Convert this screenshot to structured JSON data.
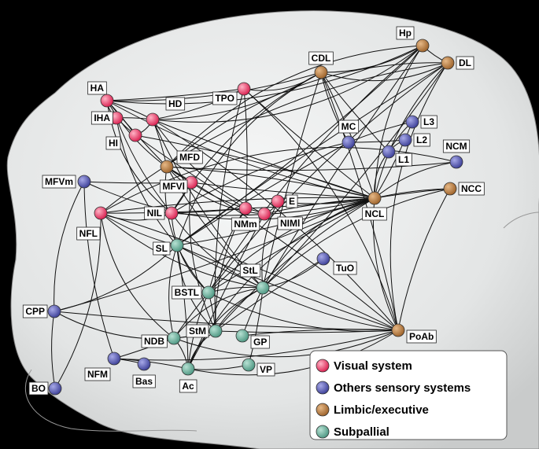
{
  "colors": {
    "visual": "#e8416b",
    "sensory": "#5155a8",
    "limbic": "#b87a3c",
    "subpallial": "#5fa893",
    "edge": "#111111",
    "background": "#000000",
    "brain": "#eceeee"
  },
  "nodes": [
    {
      "id": "HA",
      "group": "visual"
    },
    {
      "id": "IHA",
      "group": "visual"
    },
    {
      "id": "HI",
      "group": "visual"
    },
    {
      "id": "HD",
      "group": "visual"
    },
    {
      "id": "TPO",
      "group": "visual"
    },
    {
      "id": "MFVl",
      "group": "visual"
    },
    {
      "id": "NIL",
      "group": "visual"
    },
    {
      "id": "NFL",
      "group": "visual"
    },
    {
      "id": "NMm",
      "group": "visual"
    },
    {
      "id": "NIMl",
      "group": "visual"
    },
    {
      "id": "E",
      "group": "visual"
    },
    {
      "id": "MFVm",
      "group": "sensory"
    },
    {
      "id": "MC",
      "group": "sensory"
    },
    {
      "id": "L3",
      "group": "sensory"
    },
    {
      "id": "L2",
      "group": "sensory"
    },
    {
      "id": "L1",
      "group": "sensory"
    },
    {
      "id": "NCM",
      "group": "sensory"
    },
    {
      "id": "TuO",
      "group": "sensory"
    },
    {
      "id": "CPP",
      "group": "sensory"
    },
    {
      "id": "NFM",
      "group": "sensory"
    },
    {
      "id": "Bas",
      "group": "sensory"
    },
    {
      "id": "BO",
      "group": "sensory"
    },
    {
      "id": "Hp",
      "group": "limbic"
    },
    {
      "id": "DL",
      "group": "limbic"
    },
    {
      "id": "CDL",
      "group": "limbic"
    },
    {
      "id": "MFD",
      "group": "limbic"
    },
    {
      "id": "NCL",
      "group": "limbic"
    },
    {
      "id": "NCC",
      "group": "limbic"
    },
    {
      "id": "PoAb",
      "group": "limbic"
    },
    {
      "id": "SL",
      "group": "subpallial"
    },
    {
      "id": "StL",
      "group": "subpallial"
    },
    {
      "id": "BSTL",
      "group": "subpallial"
    },
    {
      "id": "StM",
      "group": "subpallial"
    },
    {
      "id": "NDB",
      "group": "subpallial"
    },
    {
      "id": "GP",
      "group": "subpallial"
    },
    {
      "id": "Ac",
      "group": "subpallial"
    },
    {
      "id": "VP",
      "group": "subpallial"
    }
  ],
  "edges": [
    [
      "HA",
      "HD"
    ],
    [
      "HA",
      "TPO"
    ],
    [
      "HA",
      "CDL"
    ],
    [
      "HA",
      "Hp"
    ],
    [
      "HA",
      "IHA"
    ],
    [
      "HA",
      "HI"
    ],
    [
      "HA",
      "MFD"
    ],
    [
      "HA",
      "NCL"
    ],
    [
      "HA",
      "MFVl"
    ],
    [
      "HA",
      "NIL"
    ],
    [
      "IHA",
      "HD"
    ],
    [
      "IHA",
      "HI"
    ],
    [
      "IHA",
      "NIL"
    ],
    [
      "IHA",
      "SL"
    ],
    [
      "HI",
      "HD"
    ],
    [
      "HI",
      "NCL"
    ],
    [
      "HI",
      "NMm"
    ],
    [
      "HD",
      "TPO"
    ],
    [
      "HD",
      "CDL"
    ],
    [
      "HD",
      "Hp"
    ],
    [
      "HD",
      "MFD"
    ],
    [
      "HD",
      "NCL"
    ],
    [
      "HD",
      "StL"
    ],
    [
      "HD",
      "NIMl"
    ],
    [
      "TPO",
      "CDL"
    ],
    [
      "TPO",
      "NMm"
    ],
    [
      "TPO",
      "NCL"
    ],
    [
      "TPO",
      "StM"
    ],
    [
      "CDL",
      "Hp"
    ],
    [
      "CDL",
      "DL"
    ],
    [
      "CDL",
      "NCL"
    ],
    [
      "CDL",
      "StL"
    ],
    [
      "CDL",
      "MC"
    ],
    [
      "CDL",
      "NIL"
    ],
    [
      "CDL",
      "SL"
    ],
    [
      "CDL",
      "PoAb"
    ],
    [
      "CDL",
      "L1"
    ],
    [
      "Hp",
      "DL"
    ],
    [
      "Hp",
      "NCL"
    ],
    [
      "Hp",
      "MFD"
    ],
    [
      "Hp",
      "SL"
    ],
    [
      "Hp",
      "StL"
    ],
    [
      "Hp",
      "BSTL"
    ],
    [
      "DL",
      "NCL"
    ],
    [
      "DL",
      "MFD"
    ],
    [
      "DL",
      "StL"
    ],
    [
      "DL",
      "SL"
    ],
    [
      "DL",
      "BSTL"
    ],
    [
      "DL",
      "NFL"
    ],
    [
      "DL",
      "PoAb"
    ],
    [
      "MC",
      "L3"
    ],
    [
      "MC",
      "L2"
    ],
    [
      "L3",
      "L1"
    ],
    [
      "L2",
      "L1"
    ],
    [
      "L1",
      "NCL"
    ],
    [
      "L3",
      "NCL"
    ],
    [
      "MC",
      "SL"
    ],
    [
      "MC",
      "NIL"
    ],
    [
      "NCM",
      "NCL"
    ],
    [
      "NCM",
      "NFL"
    ],
    [
      "NCM",
      "MFD"
    ],
    [
      "NCC",
      "NCL"
    ],
    [
      "NCC",
      "PoAb"
    ],
    [
      "NCC",
      "StL"
    ],
    [
      "NCC",
      "BSTL"
    ],
    [
      "MFD",
      "NCL"
    ],
    [
      "MFD",
      "MFVl"
    ],
    [
      "MFD",
      "StL"
    ],
    [
      "MFD",
      "SL"
    ],
    [
      "MFD",
      "NIMl"
    ],
    [
      "MFD",
      "PoAb"
    ],
    [
      "MFVm",
      "MFVl"
    ],
    [
      "MFVm",
      "NFM"
    ],
    [
      "MFVm",
      "CPP"
    ],
    [
      "MFVm",
      "NCL"
    ],
    [
      "MFVl",
      "NIL"
    ],
    [
      "MFVl",
      "NCL"
    ],
    [
      "MFVl",
      "NMm"
    ],
    [
      "MFVl",
      "StM"
    ],
    [
      "NFL",
      "NIL"
    ],
    [
      "NFL",
      "NCL"
    ],
    [
      "NFL",
      "NMm"
    ],
    [
      "NFL",
      "SL"
    ],
    [
      "NFL",
      "StL"
    ],
    [
      "NFL",
      "NDB"
    ],
    [
      "NFL",
      "PoAb"
    ],
    [
      "NIL",
      "NMm"
    ],
    [
      "NIL",
      "NCL"
    ],
    [
      "NIL",
      "StL"
    ],
    [
      "NIL",
      "BSTL"
    ],
    [
      "NMm",
      "NIMl"
    ],
    [
      "NMm",
      "NCL"
    ],
    [
      "NMm",
      "BSTL"
    ],
    [
      "NMm",
      "StM"
    ],
    [
      "NIMl",
      "E"
    ],
    [
      "NIMl",
      "NCL"
    ],
    [
      "NIMl",
      "Ac"
    ],
    [
      "E",
      "NCL"
    ],
    [
      "E",
      "StL"
    ],
    [
      "NCL",
      "StL"
    ],
    [
      "NCL",
      "SL"
    ],
    [
      "NCL",
      "BSTL"
    ],
    [
      "NCL",
      "StM"
    ],
    [
      "NCL",
      "PoAb"
    ],
    [
      "NCL",
      "Ac"
    ],
    [
      "NCL",
      "CPP"
    ],
    [
      "SL",
      "StL"
    ],
    [
      "SL",
      "BSTL"
    ],
    [
      "SL",
      "NDB"
    ],
    [
      "SL",
      "StM"
    ],
    [
      "SL",
      "Ac"
    ],
    [
      "SL",
      "PoAb"
    ],
    [
      "StL",
      "BSTL"
    ],
    [
      "StL",
      "StM"
    ],
    [
      "StL",
      "Ac"
    ],
    [
      "StL",
      "VP"
    ],
    [
      "StL",
      "GP"
    ],
    [
      "StL",
      "PoAb"
    ],
    [
      "StL",
      "TuO"
    ],
    [
      "StL",
      "NDB"
    ],
    [
      "BSTL",
      "StM"
    ],
    [
      "BSTL",
      "NDB"
    ],
    [
      "BSTL",
      "Ac"
    ],
    [
      "BSTL",
      "PoAb"
    ],
    [
      "StM",
      "Ac"
    ],
    [
      "StM",
      "NDB"
    ],
    [
      "StM",
      "PoAb"
    ],
    [
      "Ac",
      "VP"
    ],
    [
      "Ac",
      "NDB"
    ],
    [
      "Ac",
      "PoAb"
    ],
    [
      "NFM",
      "Ac"
    ],
    [
      "CPP",
      "PoAb"
    ],
    [
      "CPP",
      "BO"
    ],
    [
      "CPP",
      "SL"
    ],
    [
      "CPP",
      "StM"
    ],
    [
      "NFM",
      "Bas"
    ],
    [
      "NFM",
      "NDB"
    ],
    [
      "NFM",
      "PoAb"
    ],
    [
      "BO",
      "NFL"
    ],
    [
      "NDB",
      "PoAb"
    ],
    [
      "GP",
      "PoAb"
    ],
    [
      "TuO",
      "StM"
    ],
    [
      "PoAb",
      "HD"
    ],
    [
      "PoAb",
      "TPO"
    ]
  ],
  "legend": [
    {
      "label": "Visual system",
      "group": "visual"
    },
    {
      "label": "Others sensory systems",
      "group": "sensory"
    },
    {
      "label": "Limbic/executive",
      "group": "limbic"
    },
    {
      "label": "Subpallial",
      "group": "subpallial"
    }
  ]
}
